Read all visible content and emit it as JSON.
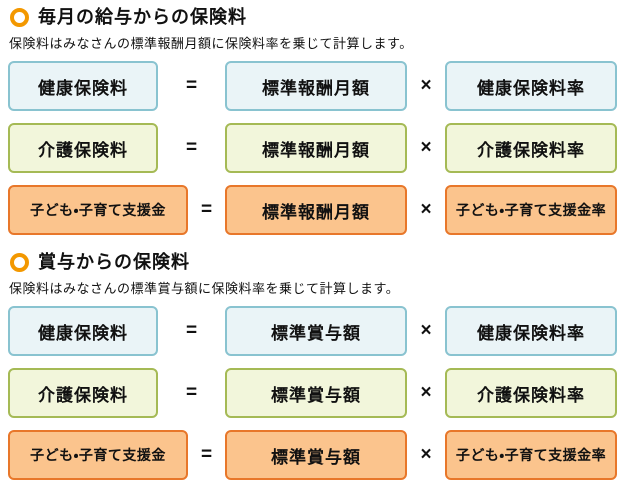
{
  "colors": {
    "accent_ring": "#F39800",
    "cyan_border": "#89C3D0",
    "cyan_fill": "#EAF4F7",
    "green_border": "#A5BA55",
    "green_fill": "#F2F6DB",
    "orange_border": "#E8772A",
    "orange_fill": "#FBC48D",
    "text": "#111111"
  },
  "sections": [
    {
      "title": "毎月の給与からの保険料",
      "subtitle": "保険料はみなさんの標準報酬月額に保険料率を乗じて計算します。",
      "rows": [
        {
          "style": "cyan",
          "result": "健康保険料",
          "equals": "=",
          "base": "標準報酬月額",
          "times": "×",
          "rate": "健康保険料率"
        },
        {
          "style": "green",
          "result": "介護保険料",
          "equals": "=",
          "base": "標準報酬月額",
          "times": "×",
          "rate": "介護保険料率"
        },
        {
          "style": "orange",
          "result": "子ども・子育て支援金",
          "equals": "=",
          "base": "標準報酬月額",
          "times": "×",
          "rate": "子ども・子育て支援金率"
        }
      ]
    },
    {
      "title": "賞与からの保険料",
      "subtitle": "保険料はみなさんの標準賞与額に保険料率を乗じて計算します。",
      "rows": [
        {
          "style": "cyan",
          "result": "健康保険料",
          "equals": "=",
          "base": "標準賞与額",
          "times": "×",
          "rate": "健康保険料率"
        },
        {
          "style": "green",
          "result": "介護保険料",
          "equals": "=",
          "base": "標準賞与額",
          "times": "×",
          "rate": "介護保険料率"
        },
        {
          "style": "orange",
          "result": "子ども・子育て支援金",
          "equals": "=",
          "base": "標準賞与額",
          "times": "×",
          "rate": "子ども・子育て支援金率"
        }
      ]
    }
  ]
}
